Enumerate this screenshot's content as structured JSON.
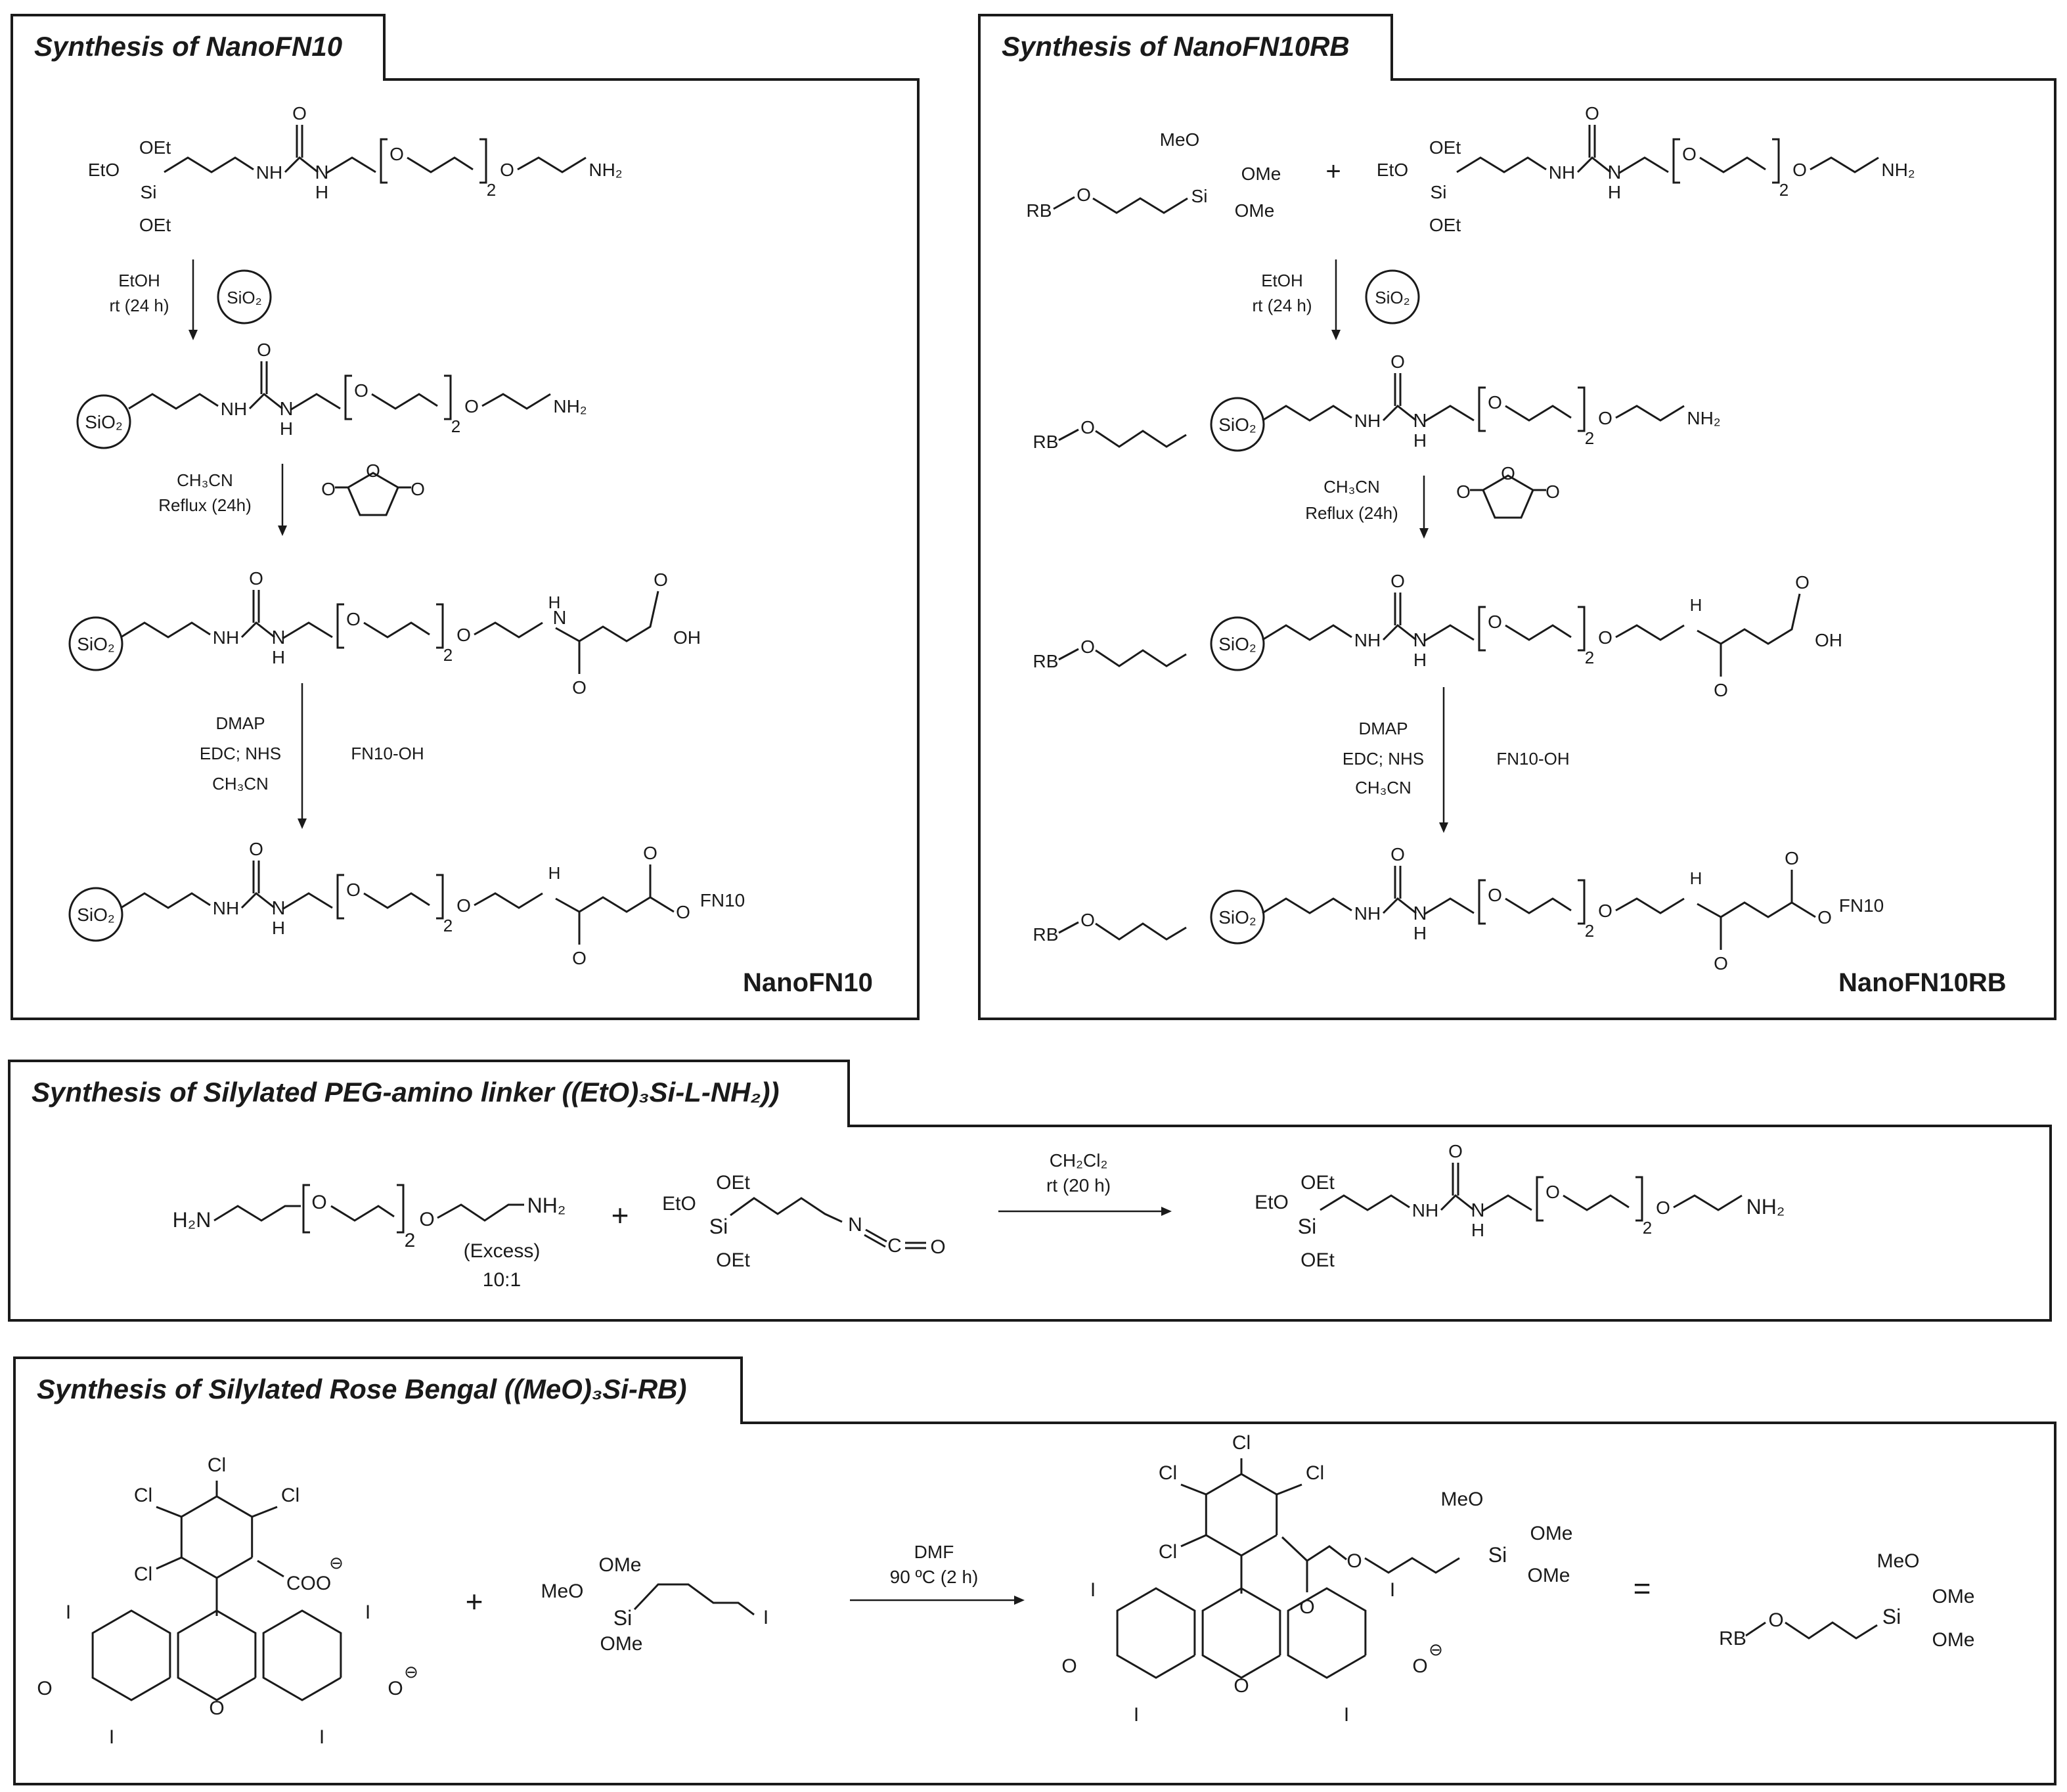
{
  "panels": {
    "nanofn10": {
      "title": "Synthesis of NanoFN10",
      "product_label": "NanoFN10"
    },
    "nanofn10rb": {
      "title": "Synthesis of NanoFN10RB",
      "product_label": "NanoFN10RB"
    },
    "linker": {
      "title": "Synthesis of Silylated PEG-amino linker ((EtO)₃Si-L-NH₂))"
    },
    "rose_bengal": {
      "title": "Synthesis of Silylated Rose Bengal ((MeO)₃Si-RB)"
    }
  },
  "labels": {
    "sio2": "SiO₂",
    "si": "Si",
    "oet": "OEt",
    "eto": "EtO",
    "ome": "OMe",
    "meo": "MeO",
    "nh": "NH",
    "h": "H",
    "o": "O",
    "nh2": "NH₂",
    "h2n": "H₂N",
    "oh": "OH",
    "rb": "RB",
    "fn10": "FN10",
    "n": "N",
    "c": "C",
    "cl": "Cl",
    "i": "I",
    "coo": "COO",
    "subscript_2": "2",
    "plus": "+",
    "equals": "="
  },
  "reagents": {
    "step1": [
      "EtOH",
      "rt (24 h)"
    ],
    "step2": [
      "CH₃CN",
      "Reflux (24h)"
    ],
    "step3": [
      "DMAP",
      "EDC; NHS",
      "CH₃CN"
    ],
    "step3_side": "FN10-OH",
    "linker_cond": [
      "CH₂Cl₂",
      "rt (20 h)"
    ],
    "linker_excess": [
      "(Excess)",
      "10:1"
    ],
    "rb_cond": [
      "DMF",
      "90 ºC (2 h)"
    ]
  }
}
